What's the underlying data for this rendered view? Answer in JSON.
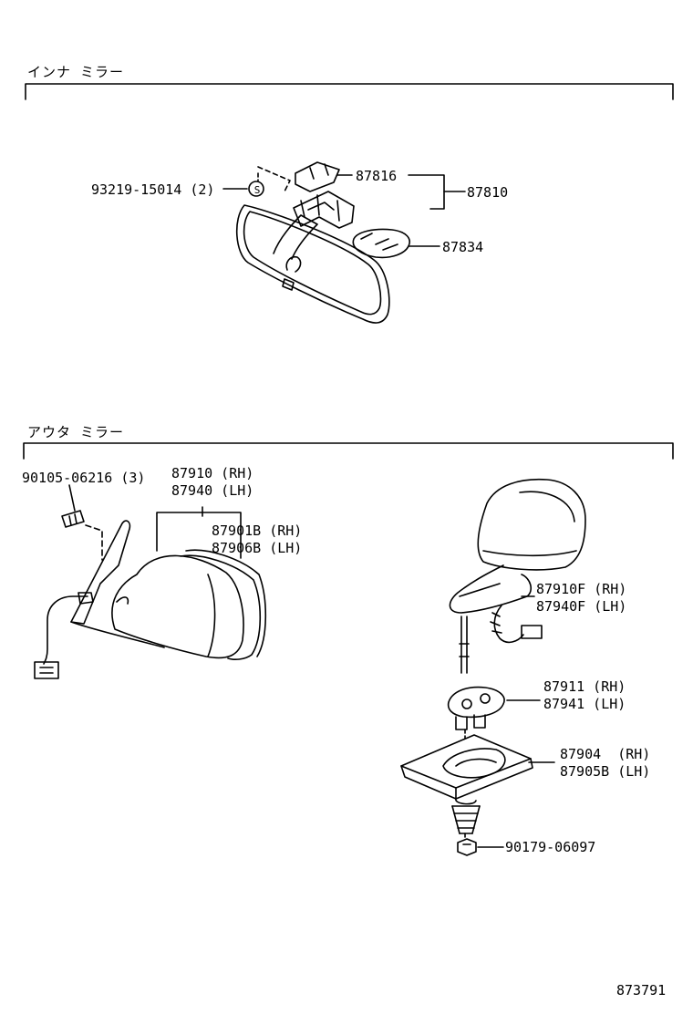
{
  "sections": {
    "inner_title": "インナ ミラー",
    "outer_title": "アウタ ミラー"
  },
  "inner_parts": {
    "bolt": "93219-15014 (2)",
    "bolt_symbol": "S",
    "bracket": "87816",
    "assy": "87810",
    "cover": "87834"
  },
  "outer_parts": {
    "screw": "90105-06216 (3)",
    "mirror_rh": "87910 (RH)",
    "mirror_lh": "87940 (LH)",
    "glass_rh": "87901B (RH)",
    "glass_lh": "87906B (LH)",
    "fender_rh": "87910F (RH)",
    "fender_lh": "87940F (LH)",
    "base_rh": "87911 (RH)",
    "base_lh": "87941 (LH)",
    "plate_rh": "87904  (RH)",
    "plate_lh": "87905B (LH)",
    "nut": "90179-06097"
  },
  "footer": {
    "diagram_code": "873791"
  }
}
